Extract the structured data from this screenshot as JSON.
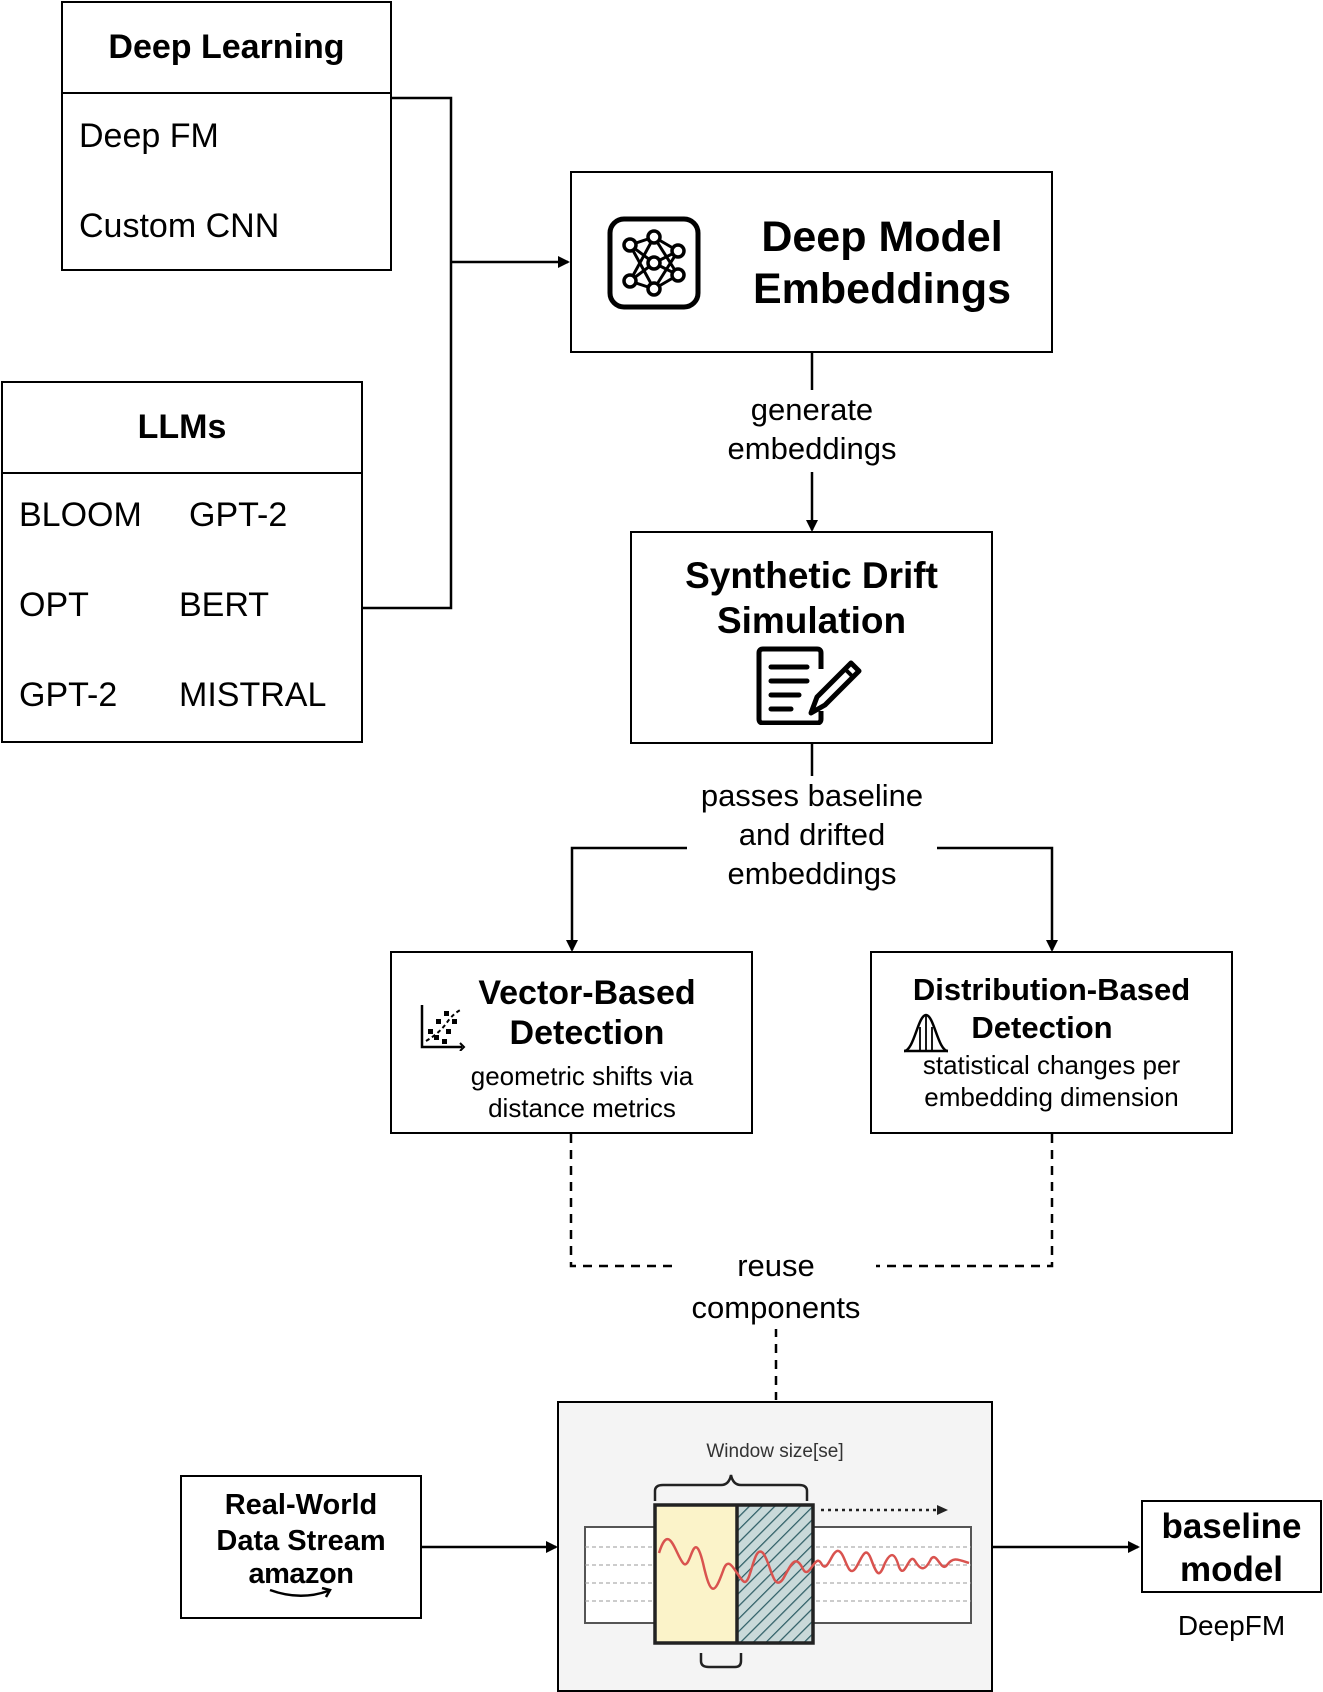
{
  "deep_learning": {
    "title": "Deep Learning",
    "items": [
      "Deep FM",
      "Custom CNN"
    ]
  },
  "llms": {
    "title": "LLMs",
    "items": [
      "BLOOM",
      "GPT-2",
      "OPT",
      "BERT",
      "GPT-2",
      "MISTRAL"
    ]
  },
  "embeddings_box": {
    "title_line1": "Deep Model",
    "title_line2": "Embeddings",
    "icon": "neural-network-icon"
  },
  "edge_generate": {
    "line1": "generate",
    "line2": "embeddings"
  },
  "drift_box": {
    "title_line1": "Synthetic Drift",
    "title_line2": "Simulation",
    "icon": "document-edit-icon"
  },
  "edge_passes": {
    "line1": "passes baseline",
    "line2": "and drifted",
    "line3": "embeddings"
  },
  "vector_box": {
    "title_line1": "Vector-Based",
    "title_line2": "Detection",
    "desc_line1": "geometric shifts via",
    "desc_line2": "distance metrics",
    "icon": "scatter-plot-icon"
  },
  "distribution_box": {
    "title_line1": "Distribution-Based",
    "title_line2": "Detection",
    "desc_line1": "statistical changes per",
    "desc_line2": "embedding dimension",
    "icon": "bell-curve-icon"
  },
  "edge_reuse": {
    "line1": "reuse",
    "line2": "components"
  },
  "stream_box": {
    "line1": "Real-World",
    "line2": "Data Stream",
    "logo": "amazon"
  },
  "window_panel": {
    "label": "Window size[se]",
    "colors": {
      "baseline_window": "#fbf3c9",
      "signal": "#d9534f",
      "hatch": "#2f5f66"
    }
  },
  "model_box": {
    "line1": "baseline",
    "line2": "model",
    "caption": "DeepFM"
  }
}
